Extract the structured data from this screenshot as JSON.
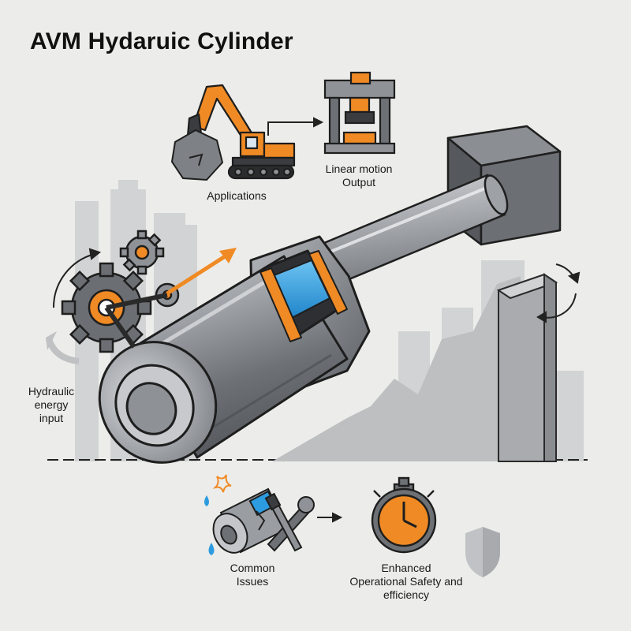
{
  "title": "AVM Hydaruic Cylinder",
  "labels": {
    "applications": "Applications",
    "linear_motion": [
      "Linear motion",
      "Output"
    ],
    "hydraulic_input": [
      "Hydraulic",
      "energy",
      "input"
    ],
    "common_issues": [
      "Common",
      "Issues"
    ],
    "enhanced": [
      "Enhanced",
      "Operational Safety and",
      "efficiency"
    ]
  },
  "colors": {
    "background": "#ececea",
    "accent_orange": "#f08a24",
    "accent_blue": "#2c9be0",
    "steel": "#8d9196",
    "skyline": "#cfd0d1",
    "ink": "#1d1d1f"
  },
  "icons": [
    "excavator-icon",
    "press-icon",
    "gears-icon",
    "hydraulic-cylinder-icon",
    "anchor-block-icon",
    "damaged-cylinder-icon",
    "wrench-icon",
    "screwdriver-icon",
    "stopwatch-icon",
    "shield-icon",
    "oil-drop-icon",
    "spark-icon"
  ]
}
